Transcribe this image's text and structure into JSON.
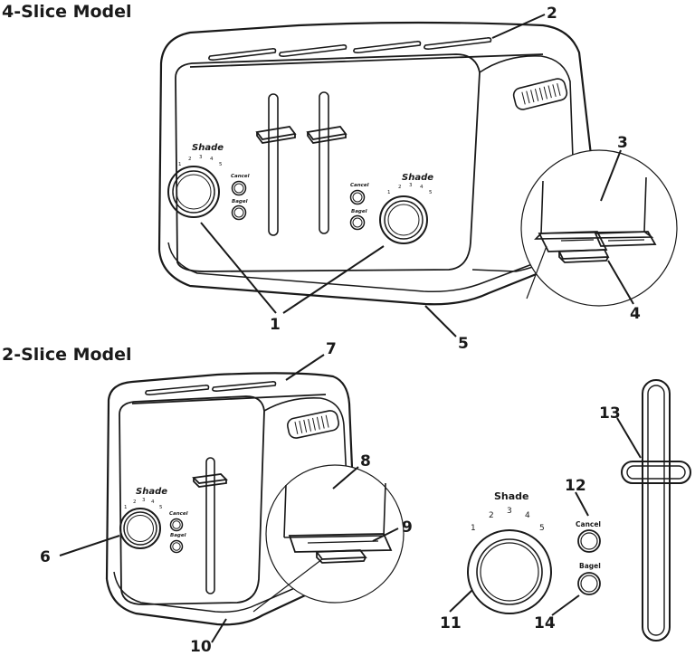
{
  "titles": {
    "four_slice": "4-Slice Model",
    "two_slice": "2-Slice Model"
  },
  "labels": {
    "shade": "Shade",
    "cancel": "Cancel",
    "bagel": "Bagel",
    "ticks": [
      "1",
      "2",
      "3",
      "4",
      "5"
    ]
  },
  "callouts": {
    "n1": "1",
    "n2": "2",
    "n3": "3",
    "n4": "4",
    "n5": "5",
    "n6": "6",
    "n7": "7",
    "n8": "8",
    "n9": "9",
    "n10": "10",
    "n11": "11",
    "n12": "12",
    "n13": "13",
    "n14": "14"
  },
  "colors": {
    "stroke": "#1a1a1a",
    "fill": "#ffffff"
  }
}
